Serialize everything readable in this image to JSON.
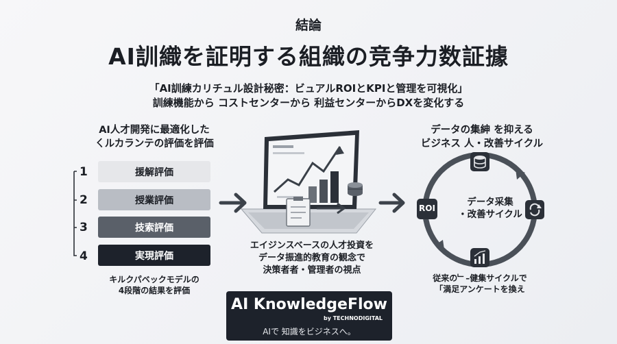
{
  "header": {
    "kicker": "結論",
    "title": "AI訓織を証明する組織の竞争力数証據",
    "subtitle_line1": "「AI訓練カリチュル設計秘密：ビュアルROIとKPIと管理を可視化」",
    "subtitle_line2": "訓練機能から コストセンターから 利益センターからDXを変化する"
  },
  "left": {
    "heading_line1": "AI人才開発に最適化した",
    "heading_line2": "ㄑルカランテの評価を評価",
    "levels": [
      {
        "num": "1",
        "label": "援解評価",
        "color": "#e6e7ea",
        "text_color": "#1b1e24"
      },
      {
        "num": "2",
        "label": "授業評価",
        "color": "#b9bdc4",
        "text_color": "#1b1e24"
      },
      {
        "num": "3",
        "label": "技索評価",
        "color": "#5a6069",
        "text_color": "#ffffff"
      },
      {
        "num": "4",
        "label": "実現評価",
        "color": "#1d222b",
        "text_color": "#ffffff"
      }
    ],
    "footer_line1": "キルクパベックモデルの",
    "footer_line2": "4段階の結果を評価"
  },
  "center": {
    "footer_line1": "エイジンスベースの人才投資を",
    "footer_line2": "データ振進的教育の観念で",
    "footer_line3": "決策者者・管理者の視点"
  },
  "right": {
    "heading_line1": "データの集紳 を抑える",
    "heading_line2": "ビジネス 人・改善サイクル",
    "cycle_center_line1": "データ采集",
    "cycle_center_line2": "・改善サイクル",
    "roi_label": "ROI",
    "footer_line1": "従来の﹂–健集サイクルで",
    "footer_line2": "「満足アンケートを換え"
  },
  "logo": {
    "brand": "AI KnowledgeFlow",
    "by": "by TECHNODIGITAL",
    "tagline": "AIで 知識をビジネスへ。"
  },
  "colors": {
    "dark": "#1d222b",
    "mid": "#5a6069",
    "ring": "#4a5058"
  },
  "icons": [
    "database-icon",
    "refresh-cycle-icon",
    "growth-chart-icon",
    "laptop-chart-icon",
    "arrow-right-icon"
  ]
}
